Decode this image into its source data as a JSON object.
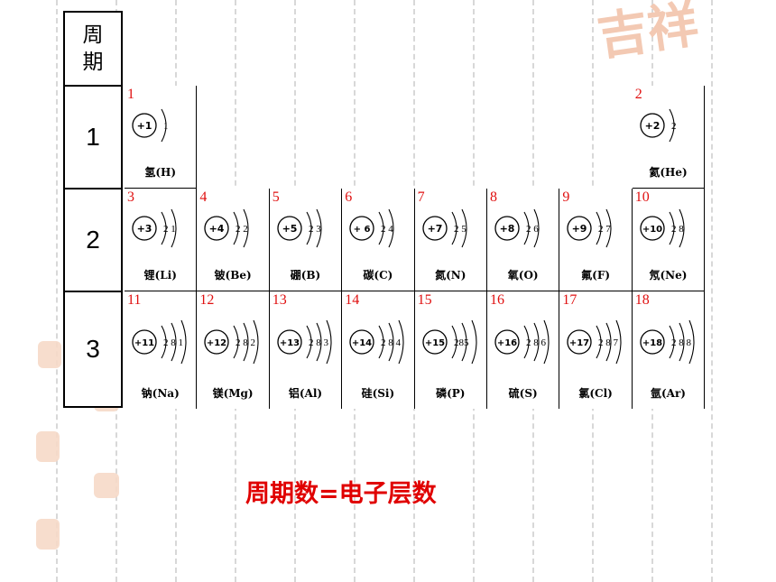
{
  "period_header": "周\n期",
  "periods": [
    "1",
    "2",
    "3"
  ],
  "elements": [
    {
      "number": "1",
      "charge": "+1",
      "shells": "1",
      "name": "氢(H)",
      "row": 1,
      "col": 1
    },
    {
      "number": "2",
      "charge": "+2",
      "shells": "2",
      "name": "氦(He)",
      "row": 1,
      "col": 8
    },
    {
      "number": "3",
      "charge": "+3",
      "shells": "2 1",
      "name": "锂(Li)",
      "row": 2,
      "col": 1
    },
    {
      "number": "4",
      "charge": "+4",
      "shells": "2 2",
      "name": "铍(Be)",
      "row": 2,
      "col": 2
    },
    {
      "number": "5",
      "charge": "+5",
      "shells": "2 3",
      "name": "硼(B)",
      "row": 2,
      "col": 3
    },
    {
      "number": "6",
      "charge": "+ 6",
      "shells": "2 4",
      "name": "碳(C)",
      "row": 2,
      "col": 4
    },
    {
      "number": "7",
      "charge": "+7",
      "shells": "2 5",
      "name": "氮(N)",
      "row": 2,
      "col": 5
    },
    {
      "number": "8",
      "charge": "+8",
      "shells": "2 6",
      "name": "氧(O)",
      "row": 2,
      "col": 6
    },
    {
      "number": "9",
      "charge": "+9",
      "shells": "2 7",
      "name": "氟(F)",
      "row": 2,
      "col": 7
    },
    {
      "number": "10",
      "charge": "+10",
      "shells": "2 8",
      "name": "氖(Ne)",
      "row": 2,
      "col": 8
    },
    {
      "number": "11",
      "charge": "+11",
      "shells": "2 8 1",
      "name": "钠(Na)",
      "row": 3,
      "col": 1
    },
    {
      "number": "12",
      "charge": "+12",
      "shells": "2 8 2",
      "name": "镁(Mg)",
      "row": 3,
      "col": 2
    },
    {
      "number": "13",
      "charge": "+13",
      "shells": "2 8 3",
      "name": "铝(Al)",
      "row": 3,
      "col": 3
    },
    {
      "number": "14",
      "charge": "+14",
      "shells": "2 8 4",
      "name": "硅(Si)",
      "row": 3,
      "col": 4
    },
    {
      "number": "15",
      "charge": "+15",
      "shells": "285",
      "name": "磷(P)",
      "row": 3,
      "col": 5
    },
    {
      "number": "16",
      "charge": "+16",
      "shells": "2 8 6",
      "name": "硫(S)",
      "row": 3,
      "col": 6
    },
    {
      "number": "17",
      "charge": "+17",
      "shells": "2 8 7",
      "name": "氯(Cl)",
      "row": 3,
      "col": 7
    },
    {
      "number": "18",
      "charge": "+18",
      "shells": "2 8 8",
      "name": "氩(Ar)",
      "row": 3,
      "col": 8
    }
  ],
  "caption": "周期数=电子层数",
  "colors": {
    "number": "#e01010",
    "caption": "#e00000",
    "seal": "#f3c9b3"
  }
}
